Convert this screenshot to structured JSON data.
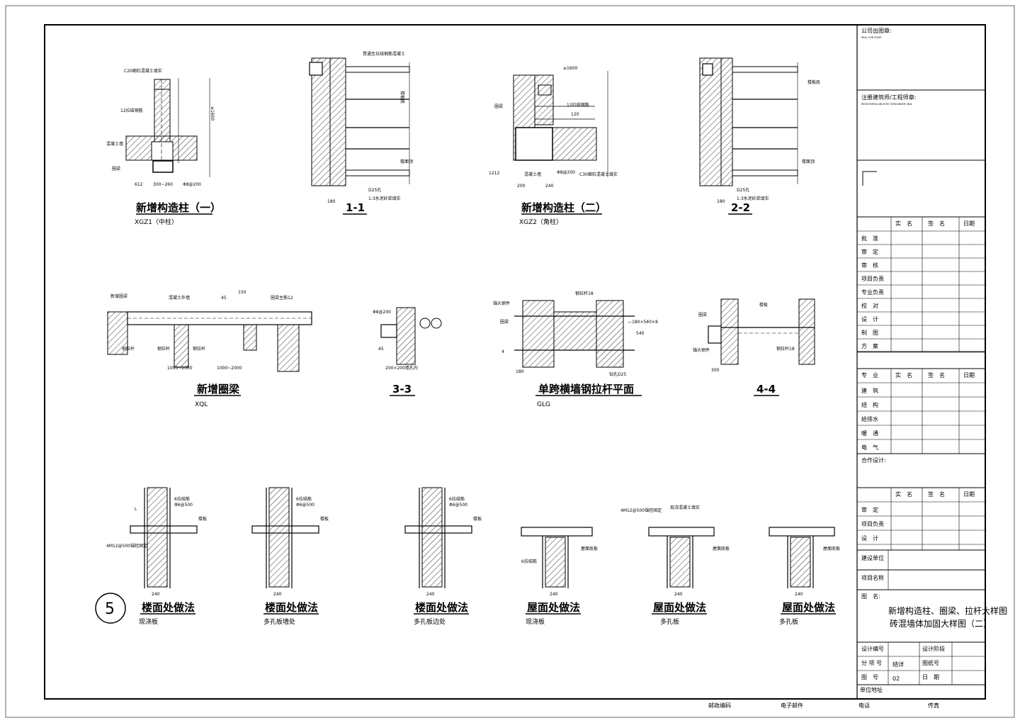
{
  "drawing": {
    "detail_titles": {
      "xgz1": "新增构造柱（一）",
      "xgz1_sub": "XGZ1（中柱）",
      "sec_1_1": "1-1",
      "xgz2": "新增构造柱（二）",
      "xgz2_sub": "XGZ2（角柱）",
      "sec_2_2": "2-2",
      "xql": "新增圈梁",
      "xql_sub": "XQL",
      "sec_3_3": "3-3",
      "glg": "单跨横墙钢拉杆平面",
      "glg_sub": "GLG",
      "sec_4_4": "4-4",
      "row3_number": "5",
      "floor1": "楼面处做法",
      "floor1_sub": "现浇板",
      "floor2": "楼面处做法",
      "floor2_sub": "多孔板墙处",
      "floor3": "楼面处做法",
      "floor3_sub": "多孔板边处",
      "roof1": "屋面处做法",
      "roof1_sub": "现浇板",
      "roof2": "屋面处做法",
      "roof2_sub": "多孔板",
      "roof3": "屋面处做法",
      "roof3_sub": "多孔板"
    },
    "annotations": {
      "c20": "C20细石混凝土填实",
      "lashed_12": "12拉结钢筋",
      "concrete_pour": "混凝土墙",
      "ring_beam": "圈梁",
      "dim_300_260": "300~260",
      "dim_1600": "≥1600",
      "dim_612": "612",
      "dim_8200": "Φ8@200",
      "through_bar": "贯通至拉结钢筋混凝土",
      "floor_top": "楼板底",
      "floor_bottom": "楼面顶",
      "d25": "D25孔",
      "mortar": "1:3水泥砂浆填实",
      "dim_180": "180",
      "dim_120": "120",
      "dim_240": "240",
      "dim_200": "200",
      "c30": "C30细石混凝土填实",
      "dim_1212": "1212",
      "new_ring": "新增圈梁",
      "concrete_outer": "混凝土外墙",
      "steel_rod": "钢拉杆",
      "ring_main": "圈梁主筋12",
      "dim_1000_2000": "1000~2000",
      "dim_45": "45",
      "dim_150": "150",
      "dim_300": "300",
      "hole_200": "200×200墙孔内",
      "anchor": "锚头钢件",
      "plate": "—180×540×8",
      "rod18": "钢拉杆18",
      "hole25": "钻孔D25",
      "dim_540": "540",
      "dim_4": "4",
      "dim_L": "L",
      "dim_6500": "Φ6@500",
      "tie_bar": "6拉结筋",
      "top_plate": "楼板",
      "roof_bottom": "屋面底板",
      "anchor_bolt": "4M12@500锚栓固定",
      "ring_fill": "现浇混凝土填实"
    },
    "title_block": {
      "company": "公司出图章:",
      "company_en": "SEAL FOR ISSUE",
      "architect": "注册建筑师/工程师章:",
      "architect_en": "REGISTERED ARCHITECT/ENGINEER SEAL",
      "col_name": "实　名",
      "col_sign": "签　名",
      "col_date": "日期",
      "sign_rows": [
        "批　准",
        "审　定",
        "审　核",
        "项目负责",
        "专业负责",
        "校　对",
        "设　计",
        "制　图",
        "方　案"
      ],
      "spec_header": "专　业",
      "spec_rows": [
        "建　筑",
        "结　构",
        "给排水",
        "暖　通",
        "电　气"
      ],
      "coop": "合作设计:",
      "bottom_rows": [
        "审　定",
        "项目负责",
        "设　计"
      ],
      "client": "建设单位",
      "project": "项目名称",
      "drawing_name_label": "图　名:",
      "drawing_name_1": "新增构造柱、圈梁、拉杆大样图",
      "drawing_name_2": "砖混墙体加固大样图（二）",
      "design_no": "设计编号",
      "design_stage": "设计阶段",
      "category": "分 项 号",
      "category_val": "结详",
      "sheet_no_label": "图纸号",
      "drawing_no": "图　号",
      "drawing_no_val": "02",
      "date": "日　期",
      "unit_address": "单位地址"
    },
    "footer": {
      "postcode": "邮政编码",
      "email": "电子邮件",
      "tel": "电话",
      "fax": "传真"
    }
  }
}
